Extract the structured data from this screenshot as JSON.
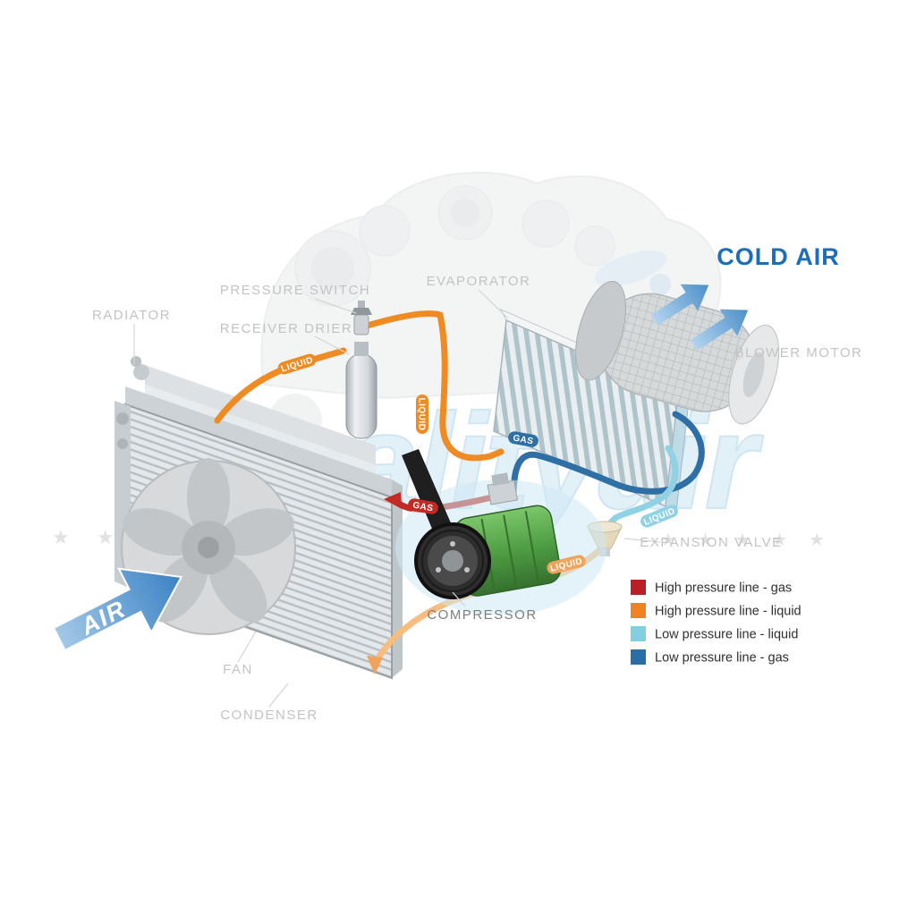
{
  "components": {
    "radiator": "RADIATOR",
    "pressure_switch": "PRESSURE SWITCH",
    "receiver_drier": "RECEIVER DRIER",
    "evaporator": "EVAPORATOR",
    "blower_motor": "BLOWER MOTOR",
    "expansion_valve": "EXPANSION VALVE",
    "compressor": "COMPRESSOR",
    "fan": "FAN",
    "condenser": "CONDENSER"
  },
  "flow_labels": {
    "air": "AIR",
    "cold_air": "COLD AIR",
    "liquid_condenser_to_drier": "LIQUID",
    "liquid_drier_down": "LIQUID",
    "gas_high_pressure": "GAS",
    "gas_low_pressure": "GAS",
    "liquid_low_pressure": "LIQUID",
    "liquid_to_condenser": "LIQUID"
  },
  "legend": {
    "items": [
      {
        "label": "High pressure line - gas",
        "color": "#b92025"
      },
      {
        "label": "High pressure line - liquid",
        "color": "#f08222"
      },
      {
        "label": "Low pressure line - liquid",
        "color": "#82cfe2"
      },
      {
        "label": "Low pressure line -  gas",
        "color": "#2a6ea6"
      }
    ]
  },
  "watermark": {
    "brand": "Qualityair",
    "stars_left": "★ ★ ★ ★",
    "stars_right": "★ ★ ★ ★ ★"
  },
  "colors": {
    "cold_air_text": "#1d6db8",
    "component_label": "#c3c3c3",
    "pipe_high_pressure_gas": "#c22a23",
    "pipe_high_pressure_liquid": "#f08a22",
    "pipe_liquid_return": "#f7bd7e",
    "pipe_low_pressure_gas": "#2e6fa5",
    "pipe_low_pressure_liquid": "#8fd2e6",
    "compressor_green": "#4d9a44"
  }
}
